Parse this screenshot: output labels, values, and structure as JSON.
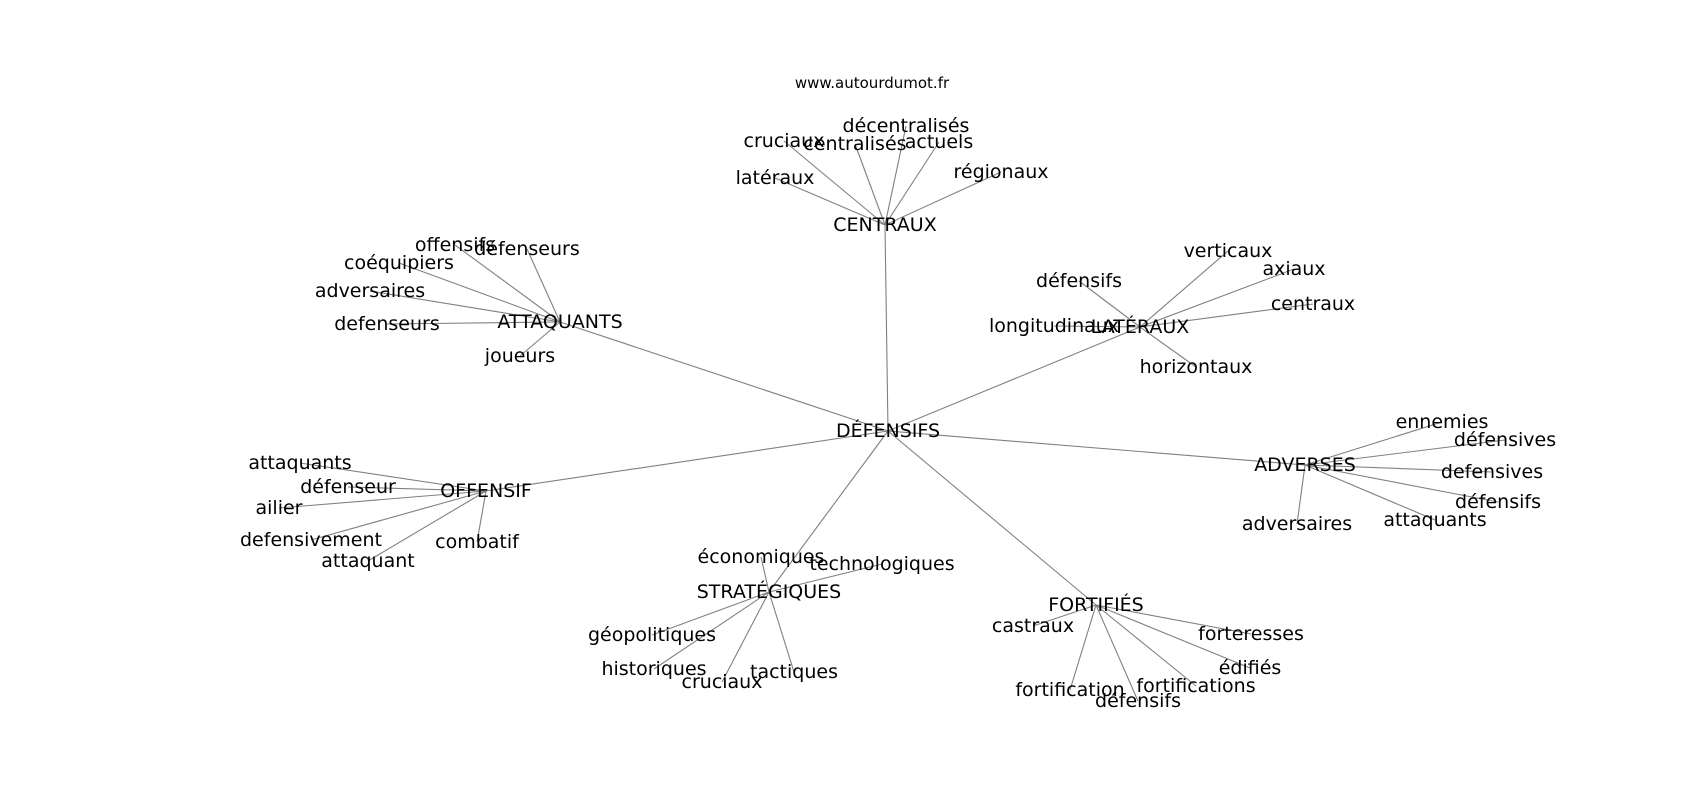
{
  "source": "www.autourdumot.fr",
  "colors": {
    "edge": "#808080",
    "text": "#000000",
    "background": "#ffffff"
  },
  "graph": {
    "center": "DÉFENSIFS",
    "hubs": [
      {
        "label": "CENTRAUX",
        "leaves": [
          "cruciaux",
          "centralisés",
          "décentralisés",
          "actuels",
          "latéraux",
          "régionaux"
        ]
      },
      {
        "label": "ATTAQUANTS",
        "leaves": [
          "offensifs",
          "défenseurs",
          "coéquipiers",
          "adversaires",
          "defenseurs",
          "joueurs"
        ]
      },
      {
        "label": "LATÉRAUX",
        "leaves": [
          "verticaux",
          "défensifs",
          "axiaux",
          "centraux",
          "longitudinaux",
          "horizontaux"
        ]
      },
      {
        "label": "ADVERSES",
        "leaves": [
          "ennemies",
          "défensives",
          "defensives",
          "défensifs",
          "attaquants",
          "adversaires"
        ]
      },
      {
        "label": "OFFENSIF",
        "leaves": [
          "attaquants",
          "défenseur",
          "ailier",
          "defensivement",
          "combatif",
          "attaquant"
        ]
      },
      {
        "label": "STRATÉGIQUES",
        "leaves": [
          "économiques",
          "technologiques",
          "géopolitiques",
          "historiques",
          "cruciaux",
          "tactiques"
        ]
      },
      {
        "label": "FORTIFIÉS",
        "leaves": [
          "castraux",
          "forteresses",
          "édifiés",
          "fortifications",
          "fortification",
          "défensifs"
        ]
      }
    ]
  }
}
